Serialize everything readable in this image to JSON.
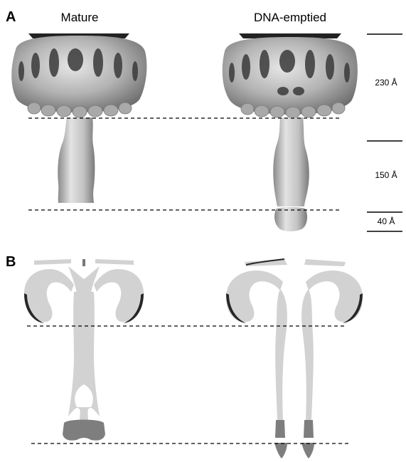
{
  "figure": {
    "panels": [
      {
        "letter": "A",
        "left_title": "Mature",
        "right_title": "DNA-emptied"
      },
      {
        "letter": "B"
      }
    ],
    "scale_bar": {
      "labels": [
        "230 Å",
        "150 Å",
        "40 Å"
      ]
    },
    "colors": {
      "surface_gray": "#b8b8b8",
      "section_light": "#d2d2d2",
      "section_dark": "#7e7e7e",
      "edge_dark": "#262626"
    }
  }
}
